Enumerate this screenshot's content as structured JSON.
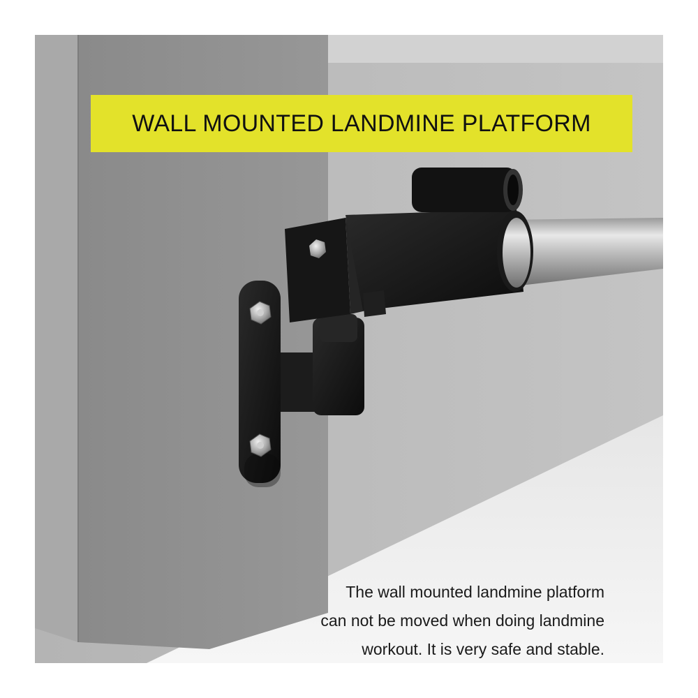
{
  "title": "WALL MOUNTED LANDMINE PLATFORM",
  "caption": {
    "lines": [
      "The wall mounted landmine platform",
      "can not be moved when doing landmine",
      "workout. It is very safe and stable."
    ]
  },
  "colors": {
    "banner": "#e3e22a",
    "wall": "#b7b7b7",
    "pillar": "#8f8f8f",
    "floor": "#f2f2f2",
    "mount": "#151515"
  }
}
